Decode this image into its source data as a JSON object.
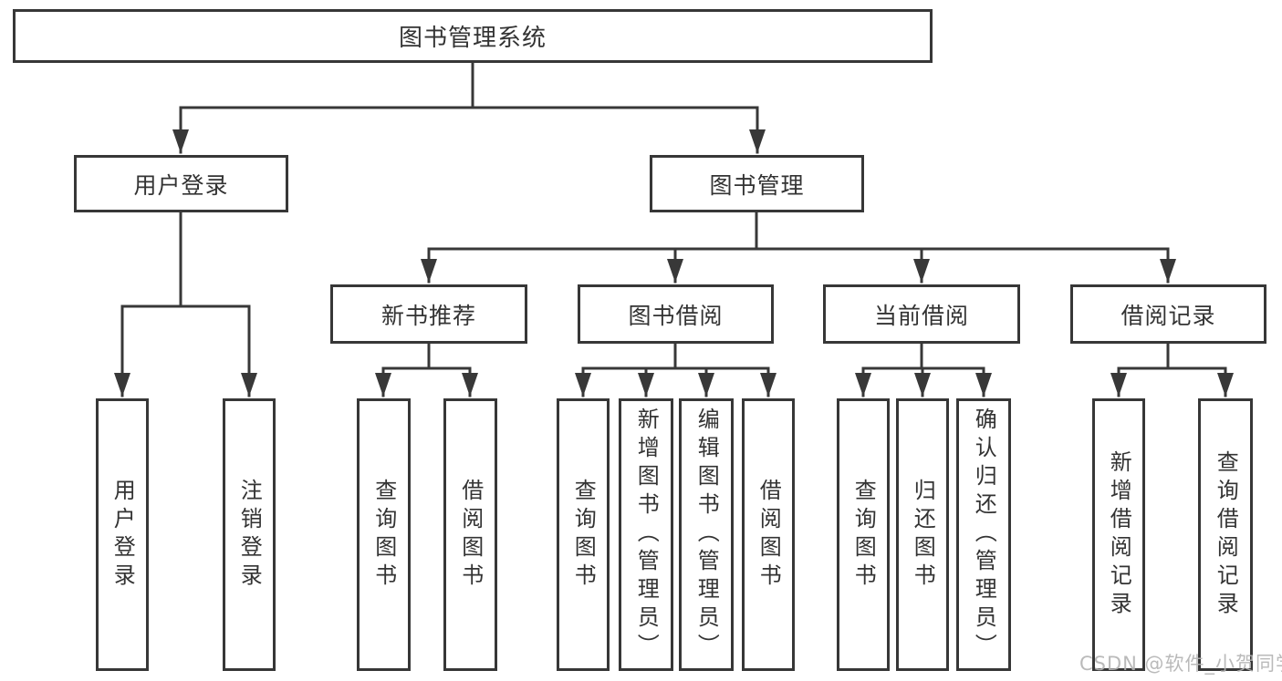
{
  "root": {
    "label": "图书管理系统"
  },
  "level2": [
    {
      "label": "用户登录"
    },
    {
      "label": "图书管理"
    }
  ],
  "level3": [
    {
      "label": "新书推荐",
      "parent": "图书管理"
    },
    {
      "label": "图书借阅",
      "parent": "图书管理"
    },
    {
      "label": "当前借阅",
      "parent": "图书管理"
    },
    {
      "label": "借阅记录",
      "parent": "图书管理"
    }
  ],
  "leaves": [
    {
      "label": "用户登录",
      "parent": "用户登录"
    },
    {
      "label": "注销登录",
      "parent": "用户登录"
    },
    {
      "label": "查询图书",
      "parent": "新书推荐"
    },
    {
      "label": "借阅图书",
      "parent": "新书推荐"
    },
    {
      "label": "查询图书",
      "parent": "图书借阅"
    },
    {
      "label": "新增图书（管理员）",
      "parent": "图书借阅"
    },
    {
      "label": "编辑图书（管理员）",
      "parent": "图书借阅"
    },
    {
      "label": "借阅图书",
      "parent": "图书借阅"
    },
    {
      "label": "查询图书",
      "parent": "当前借阅"
    },
    {
      "label": "归还图书",
      "parent": "当前借阅"
    },
    {
      "label": "确认归还（管理员）",
      "parent": "当前借阅"
    },
    {
      "label": "新增借阅记录",
      "parent": "借阅记录"
    },
    {
      "label": "查询借阅记录",
      "parent": "借阅记录"
    }
  ],
  "watermark": "CSDN @软件_小贺同学",
  "colors": {
    "line": "#383838",
    "border": "#373737",
    "text": "#333333",
    "watermark": "#b3b3b3",
    "background": "#ffffff"
  }
}
